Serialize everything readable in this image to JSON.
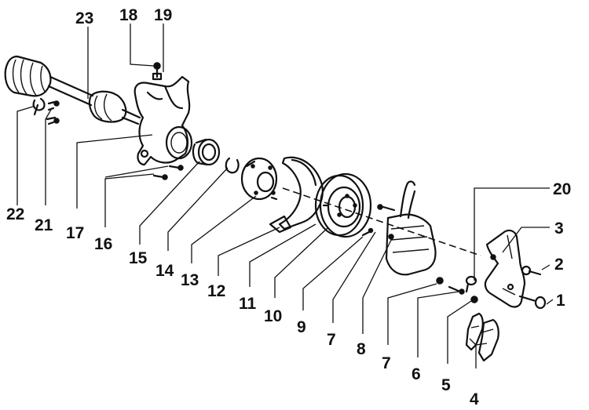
{
  "labels": {
    "l1": "1",
    "l2": "2",
    "l3": "3",
    "l4": "4",
    "l5": "5",
    "l6": "6",
    "l7a": "7",
    "l7b": "7",
    "l8": "8",
    "l9": "9",
    "l10": "10",
    "l11": "11",
    "l12": "12",
    "l13": "13",
    "l14": "14",
    "l15": "15",
    "l16": "16",
    "l17": "17",
    "l18": "18",
    "l19": "19",
    "l20": "20",
    "l21": "21",
    "l22": "22",
    "l23": "23"
  }
}
